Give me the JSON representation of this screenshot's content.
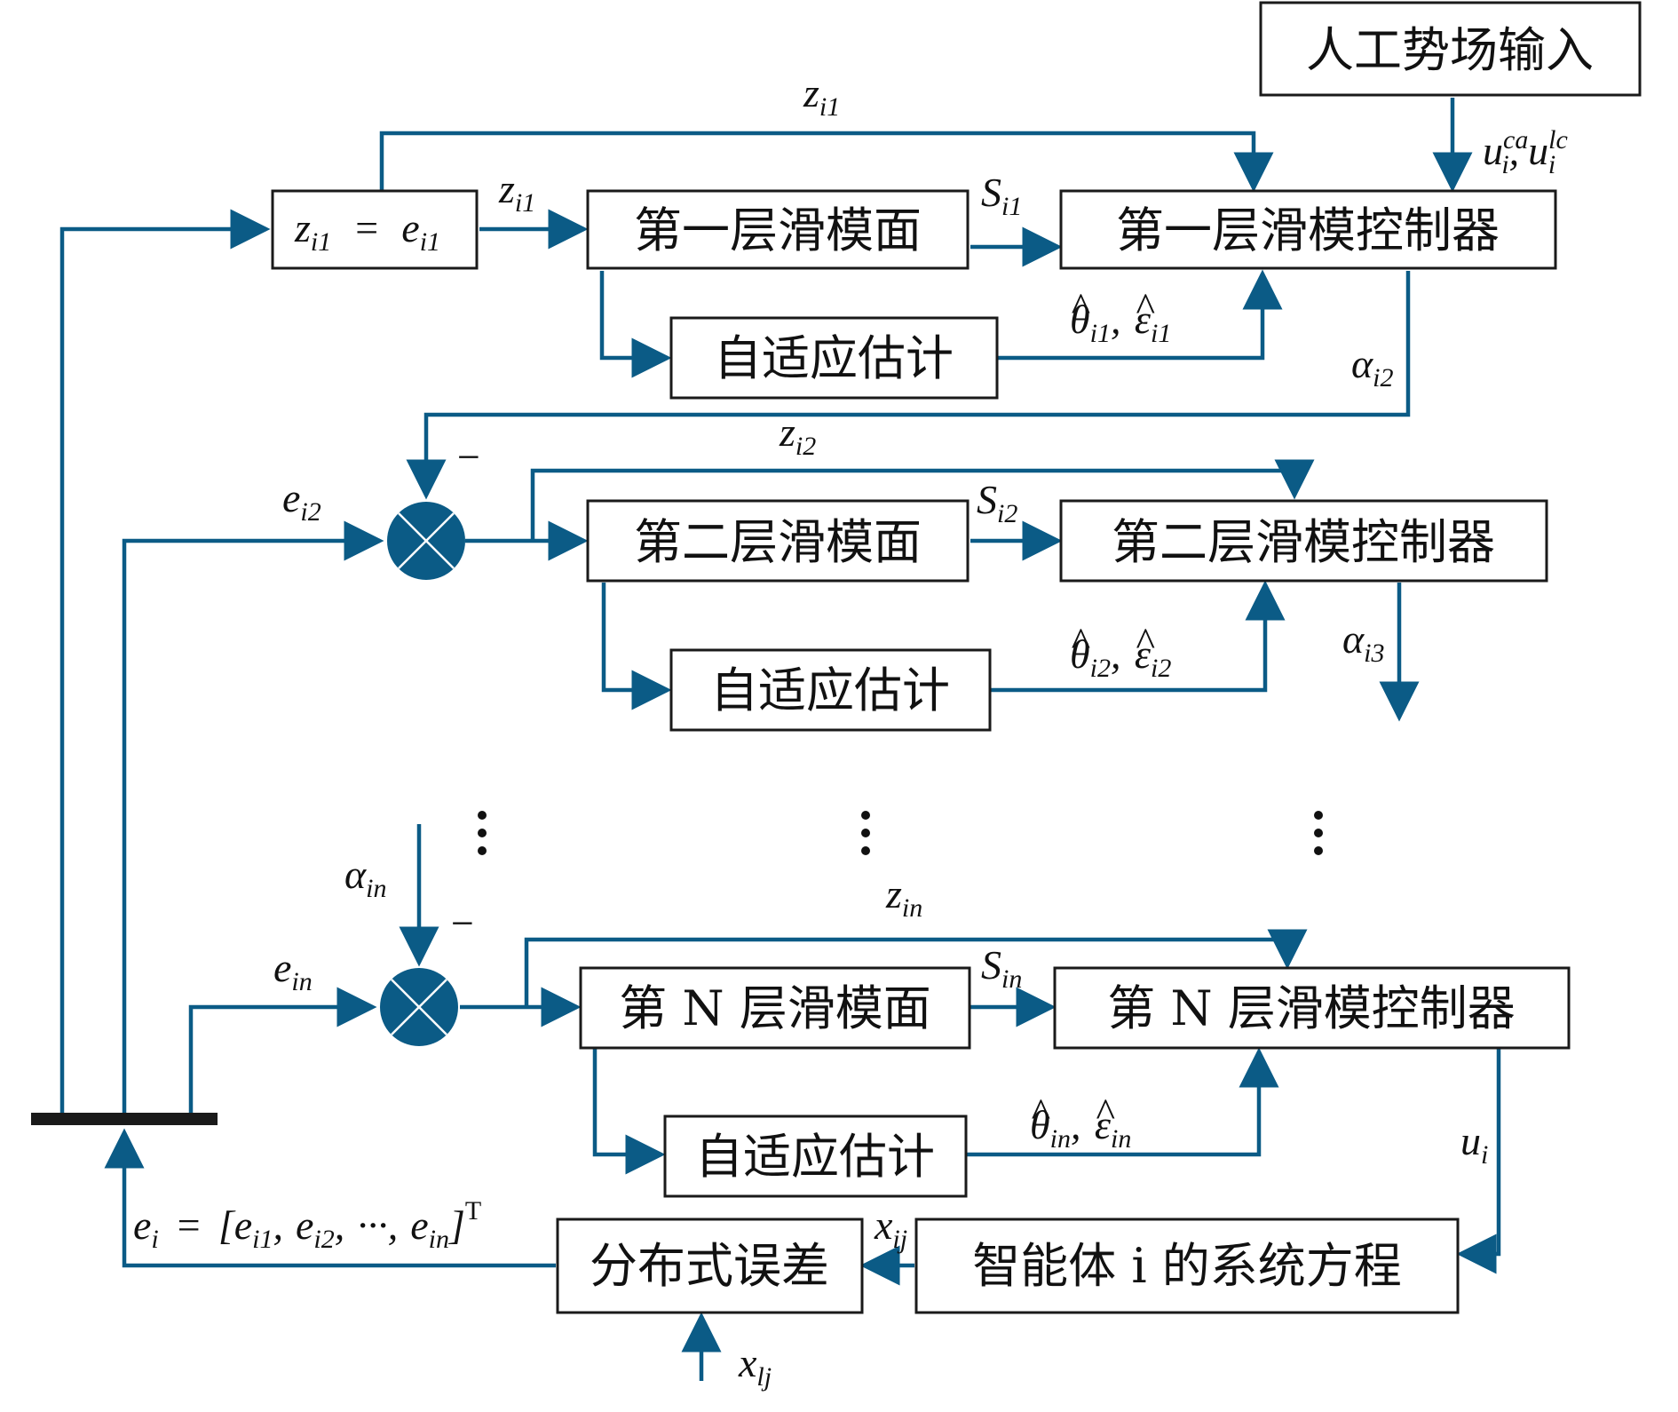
{
  "blocks": {
    "potential_input": "人工势场输入",
    "layer1_def": "z",
    "layer1_surface": "第一层滑模面",
    "layer1_controller": "第一层滑模控制器",
    "layer1_adaptive": "自适应估计",
    "layer2_surface": "第二层滑模面",
    "layer2_controller": "第二层滑模控制器",
    "layer2_adaptive": "自适应估计",
    "layerN_surface": "第 N 层滑模面",
    "layerN_controller": "第 N 层滑模控制器",
    "layerN_adaptive": "自适应估计",
    "distributed_error": "分布式误差",
    "agent_system": "智能体 i 的系统方程"
  },
  "labels": {
    "z_i1_top": "z_i1",
    "z_i1_mid": "z_i1",
    "S_i1": "S_i1",
    "u_ca_lc": "u_i^ca, u_i^lc",
    "theta_eps_i1": "θ̂_i1, ε̂_i1",
    "alpha_i2": "α_i2",
    "z_i2": "z_i2",
    "e_i2": "e_i2",
    "S_i2": "S_i2",
    "theta_eps_i2": "θ̂_i2, ε̂_i2",
    "alpha_i3": "α_i3",
    "alpha_in": "α_in",
    "z_in": "z_in",
    "e_in": "e_in",
    "S_in": "S_in",
    "theta_eps_in": "θ̂_in, ε̂_in",
    "u_i": "u_i",
    "x_ij": "x_ij",
    "x_lj": "x_lj",
    "e_i_vector": "e_i = [e_i1, e_i2, ···, e_in]^T",
    "minus": "−",
    "equals": "=",
    "comma": ",",
    "ellipsis": "···",
    "transpose": "T"
  },
  "sub": {
    "i1": "i1",
    "i2": "i2",
    "i3": "i3",
    "in": "in",
    "i": "i",
    "ij": "ij",
    "lj": "lj",
    "ca": "ca",
    "lc": "lc"
  },
  "sym": {
    "z": "z",
    "e": "e",
    "S": "S",
    "u": "u",
    "x": "x",
    "alpha": "α",
    "theta": "θ",
    "eps": "ε",
    "hat": "^"
  },
  "colors": {
    "signal_line": "#0b5b86",
    "block_border": "#1a1a1a",
    "junction_fill": "#0b5b86"
  }
}
